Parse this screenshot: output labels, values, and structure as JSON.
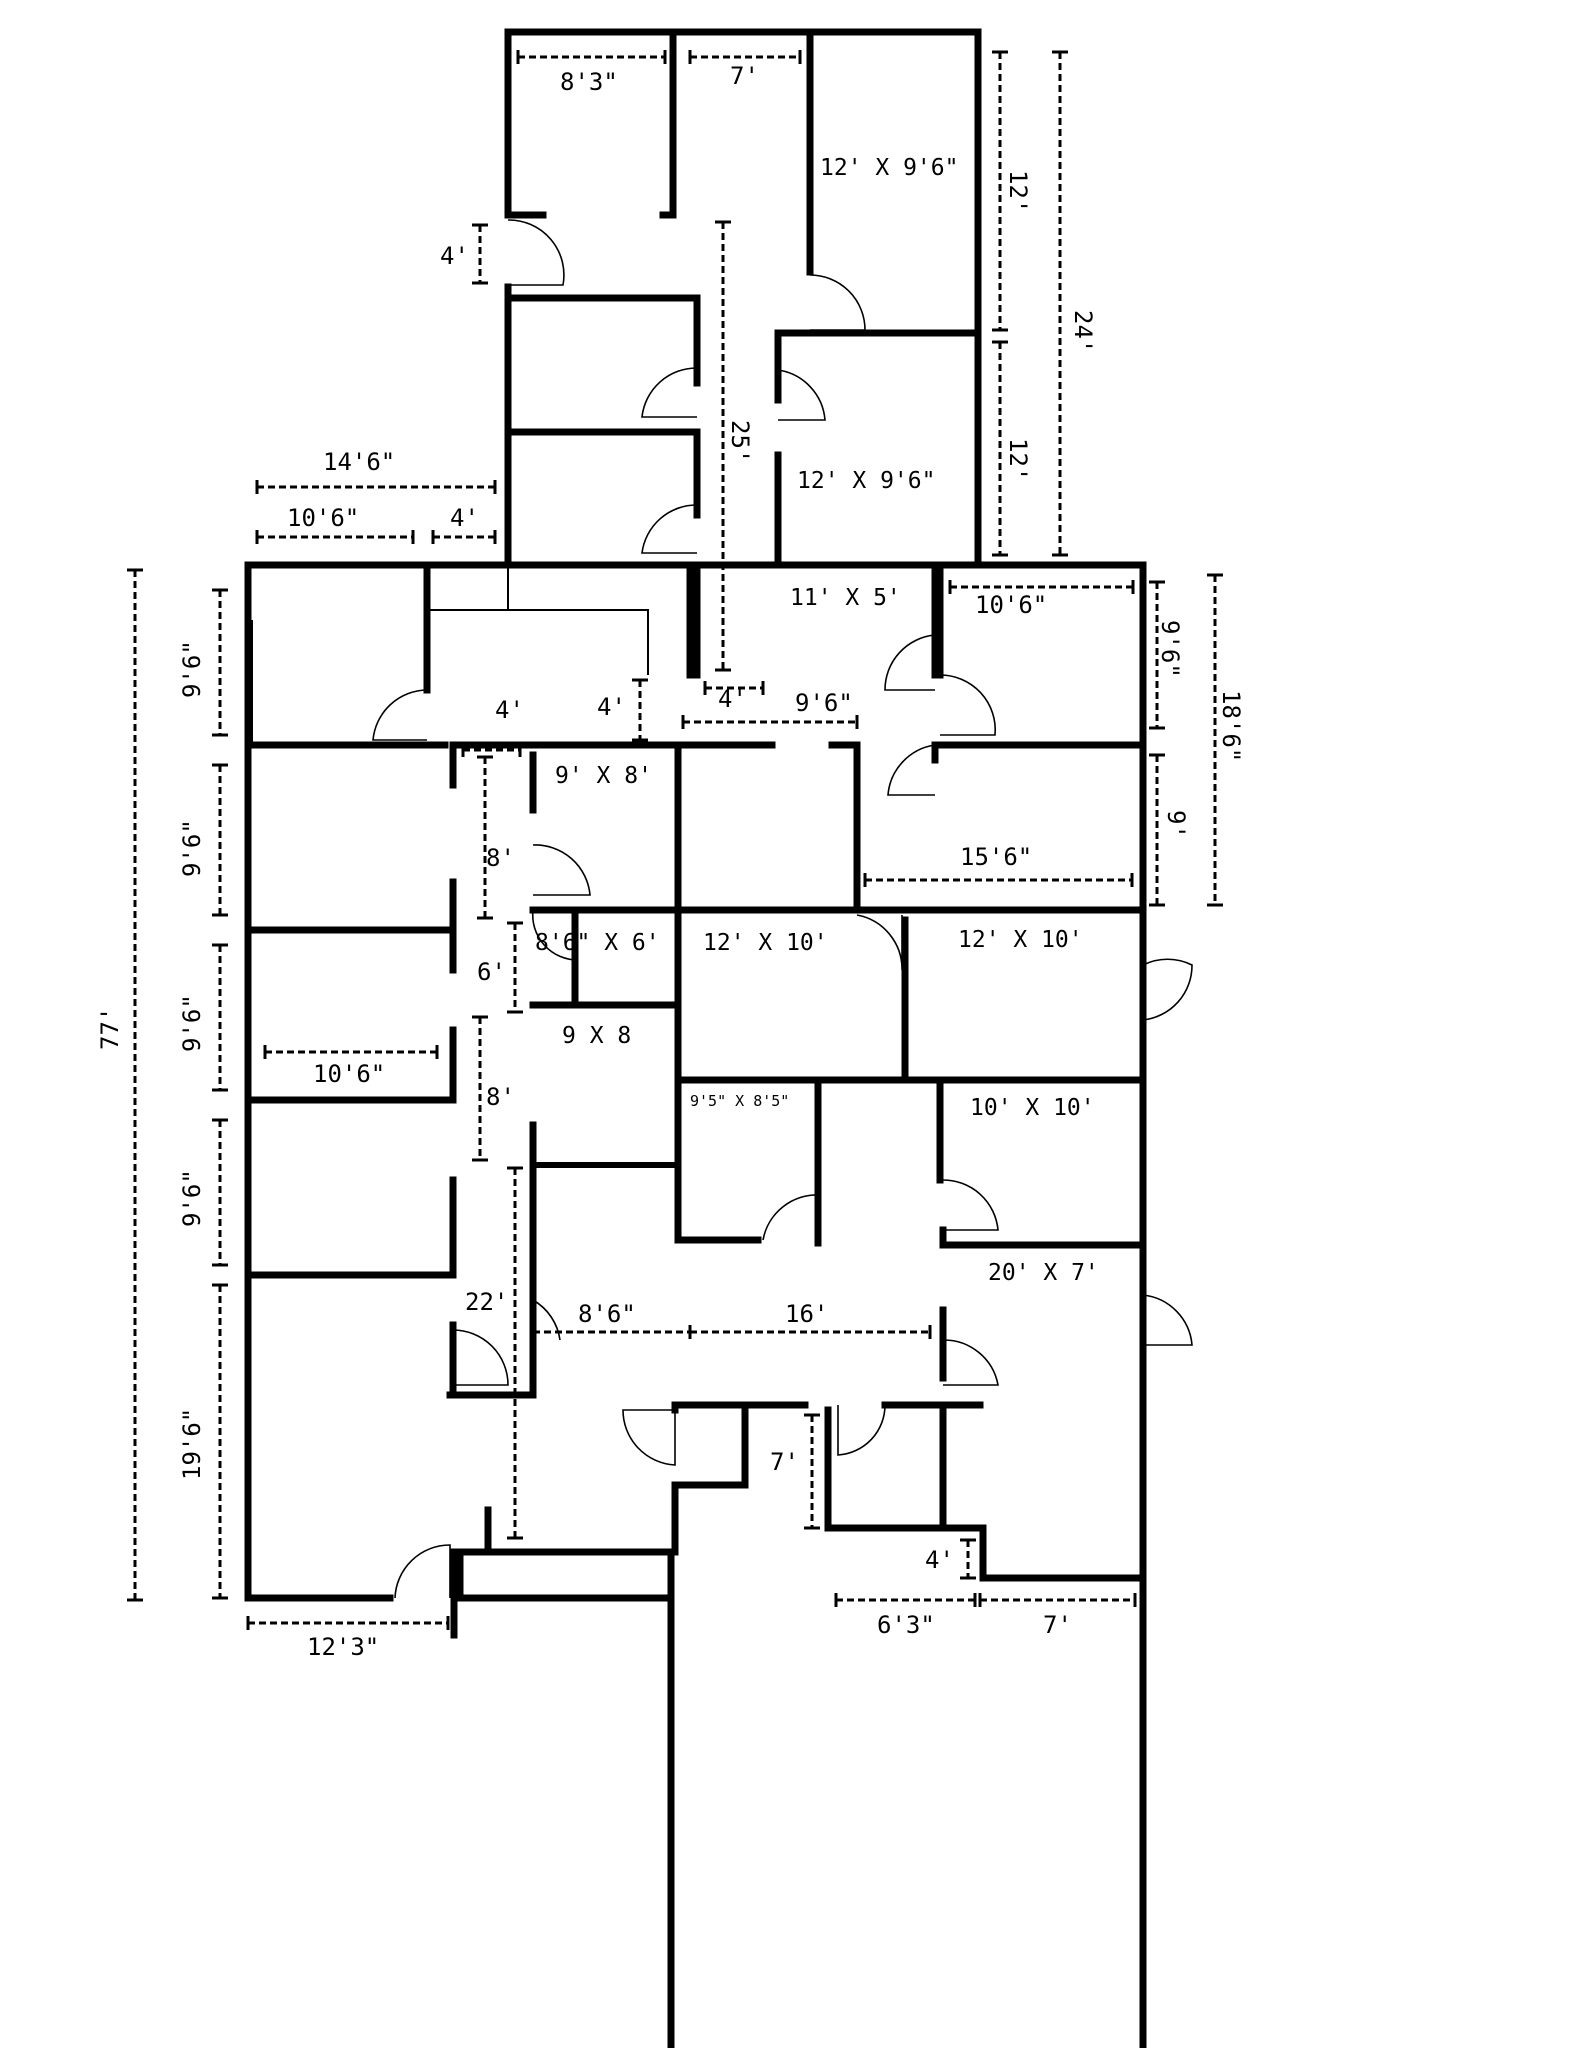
{
  "rooms": [
    "12' X 9'6\"",
    "12' X 9'6\"",
    "11' X 5'",
    "9' X 8'",
    "8'6\" X 6'",
    "12' X 10'",
    "12' X 10'",
    "9 X 8",
    "9'5\" X 8'5\"",
    "10' X 10'",
    "20' X 7'"
  ],
  "dimensions": [
    "8'3\"",
    "7'",
    "12'",
    "24'",
    "4'",
    "25'",
    "12'",
    "14'6\"",
    "10'6\"",
    "4'",
    "77'",
    "9'6\"",
    "9'6\"",
    "9'6\"",
    "10'6\"",
    "9'6\"",
    "19'6\"",
    "12'3\"",
    "4'",
    "4'",
    "4'",
    "9'6\"",
    "10'6\"",
    "9'6\"",
    "18'6\"",
    "9'",
    "15'6\"",
    "8'",
    "6'",
    "8'",
    "22'",
    "8'6\"",
    "16'",
    "7'",
    "4'",
    "6'3\"",
    "7'"
  ]
}
